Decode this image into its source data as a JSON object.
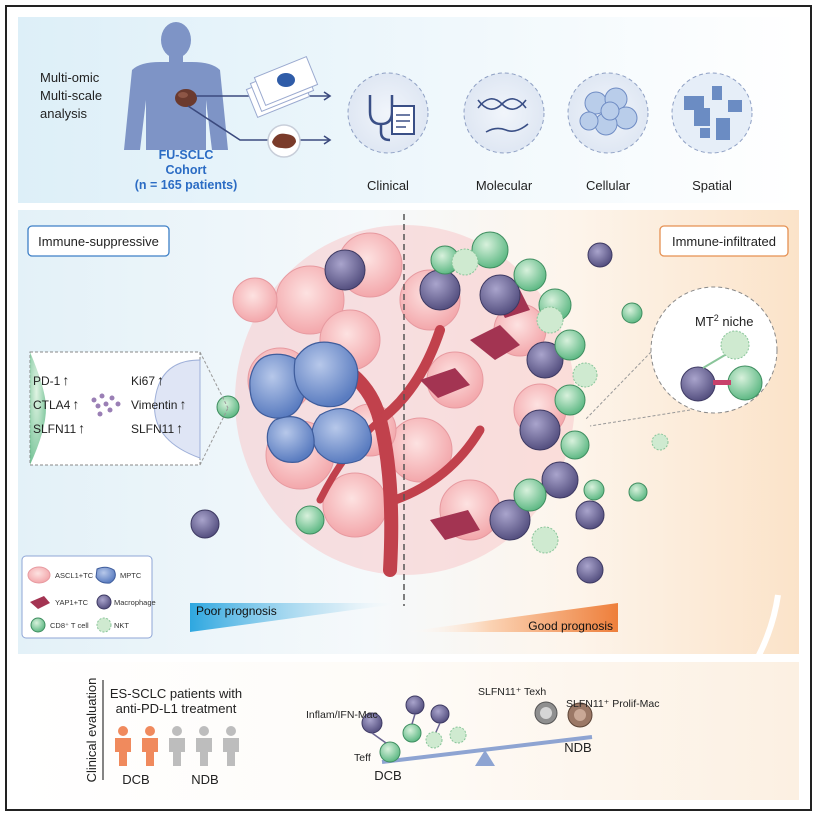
{
  "top_panel": {
    "analysis_lines": [
      "Multi-omic",
      "Multi-scale",
      "analysis"
    ],
    "cohort": [
      "FU-SCLC",
      "Cohort",
      "(n = 165 patients)"
    ],
    "modalities": [
      "Clinical",
      "Molecular",
      "Cellular",
      "Spatial"
    ]
  },
  "middle_panel": {
    "left_box": "Immune-suppressive",
    "right_box": "Immune-infiltrated",
    "niche_label": "MT",
    "niche_sup": "2",
    "niche_suffix": " niche",
    "left_markers": [
      "PD-1",
      "CTLA4",
      "SLFN11"
    ],
    "right_markers": [
      "Ki67",
      "Vimentin",
      "SLFN11"
    ],
    "arrow_glyph": "↑",
    "poor_prognosis": "Poor prognosis",
    "good_prognosis": "Good prognosis",
    "legend": [
      {
        "label": "ASCL1+TC",
        "color": "#f4a9ad",
        "icon": "ascl1-tumor-cell-icon"
      },
      {
        "label": "MPTC",
        "color": "#6f8ec9",
        "icon": "mptc-icon"
      },
      {
        "label": "YAP1+TC",
        "color": "#a33452",
        "icon": "yap1-tumor-cell-icon"
      },
      {
        "label": "Macrophage",
        "color": "#6a6491",
        "icon": "macrophage-icon"
      },
      {
        "label": "CD8⁺ T cell",
        "color": "#6cc08b",
        "icon": "cd8-t-cell-icon"
      },
      {
        "label": "NKT",
        "color": "#bfe3bd",
        "icon": "nkt-cell-icon"
      }
    ]
  },
  "bottom_panel": {
    "side_label": "Clinical evaluation",
    "patients_title": [
      "ES-SCLC patients with",
      "anti-PD-L1 treatment"
    ],
    "dcb": "DCB",
    "ndb": "NDB",
    "inflam_label": "Inflam/IFN-Mac",
    "teff_label": "Teff",
    "texh_label": "SLFN11⁺ Texh",
    "prolif_label": "SLFN11⁺ Prolif-Mac",
    "seesaw_dcb": "DCB",
    "seesaw_ndb": "NDB",
    "colors": {
      "dcb_person": "#f08a5d",
      "ndb_person": "#bdbdbd",
      "beam": "#8ea4d2"
    }
  }
}
